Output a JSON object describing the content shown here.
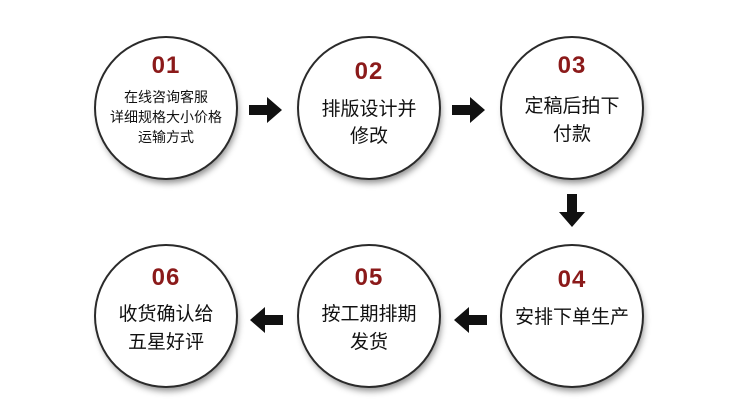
{
  "colors": {
    "number": "#8b1a1a",
    "text": "#111111",
    "arrow": "#111111",
    "border": "#2a2a2a"
  },
  "steps": [
    {
      "number": "01",
      "lines": [
        "在线咨询客服",
        "详细规格大小价格",
        "运输方式"
      ]
    },
    {
      "number": "02",
      "lines": [
        "排版设计并",
        "修改"
      ]
    },
    {
      "number": "03",
      "lines": [
        "定稿后拍下",
        "付款"
      ]
    },
    {
      "number": "04",
      "lines": [
        "安排下单生产"
      ]
    },
    {
      "number": "05",
      "lines": [
        "按工期排期",
        "发货"
      ]
    },
    {
      "number": "06",
      "lines": [
        "收货确认给",
        "五星好评"
      ]
    }
  ],
  "arrows": [
    "arrow-right-icon",
    "arrow-right-icon",
    "arrow-down-icon",
    "arrow-left-icon",
    "arrow-left-icon"
  ]
}
